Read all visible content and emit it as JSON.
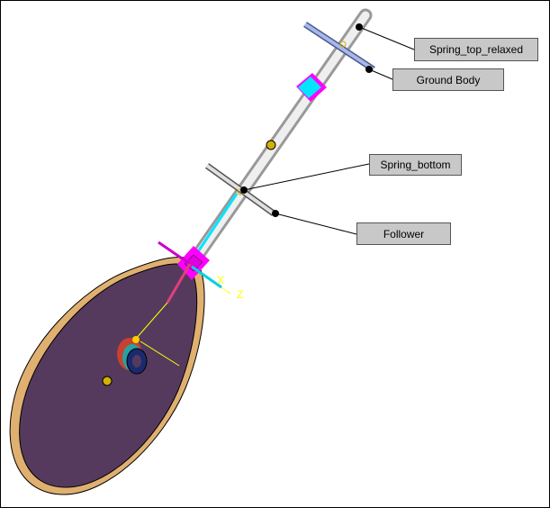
{
  "callouts": {
    "spring_top_relaxed": "Spring_top_relaxed",
    "ground_body": "Ground Body",
    "spring_bottom": "Spring_bottom",
    "follower": "Follower"
  },
  "axes": {
    "x": "X",
    "z": "Z"
  },
  "colors": {
    "cam_face": "#553a5e",
    "cam_rim": "#e8b878",
    "shaft": "#dcdcdc",
    "marker": "#ff00ff",
    "accent": "#00e5ff"
  }
}
